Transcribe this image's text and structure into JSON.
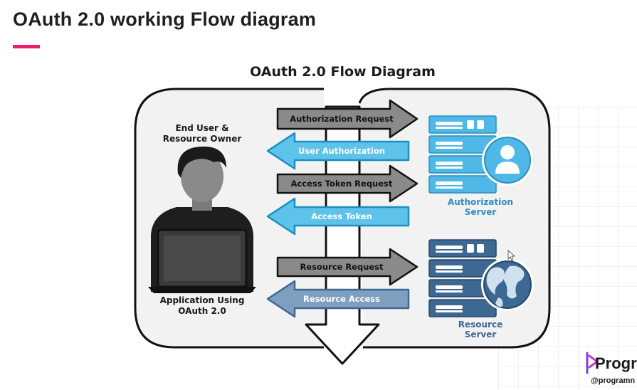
{
  "slide": {
    "title": "OAuth 2.0 working Flow diagram",
    "accent_color": "#ee1d6d"
  },
  "diagram": {
    "title": "OAuth 2.0 Flow Diagram",
    "client": {
      "top_label_line1": "End User &",
      "top_label_line2": "Resource Owner",
      "bottom_label_line1": "Application Using",
      "bottom_label_line2": "OAuth 2.0",
      "icon": "user-with-laptop-icon"
    },
    "flows": [
      {
        "label": "Authorization Request",
        "direction": "right",
        "color": "#8a8a8a"
      },
      {
        "label": "User Authorization",
        "direction": "left",
        "color": "#5ec3ea"
      },
      {
        "label": "Access Token Request",
        "direction": "right",
        "color": "#8a8a8a"
      },
      {
        "label": "Access Token",
        "direction": "left",
        "color": "#5ec3ea"
      },
      {
        "label": "Resource Request",
        "direction": "right",
        "color": "#8a8a8a"
      },
      {
        "label": "Resource Access",
        "direction": "left",
        "color": "#7f9fc0"
      }
    ],
    "authorization_server": {
      "label_line1": "Authorization",
      "label_line2": "Server",
      "icon": "server-with-user-icon",
      "color": "#4fb8e6"
    },
    "resource_server": {
      "label_line1": "Resource",
      "label_line2": "Server",
      "icon": "server-with-globe-icon",
      "color": "#3d6892"
    }
  },
  "logo": {
    "text": "Progra",
    "handle": "@programn",
    "icon": "programming-logo-icon"
  }
}
